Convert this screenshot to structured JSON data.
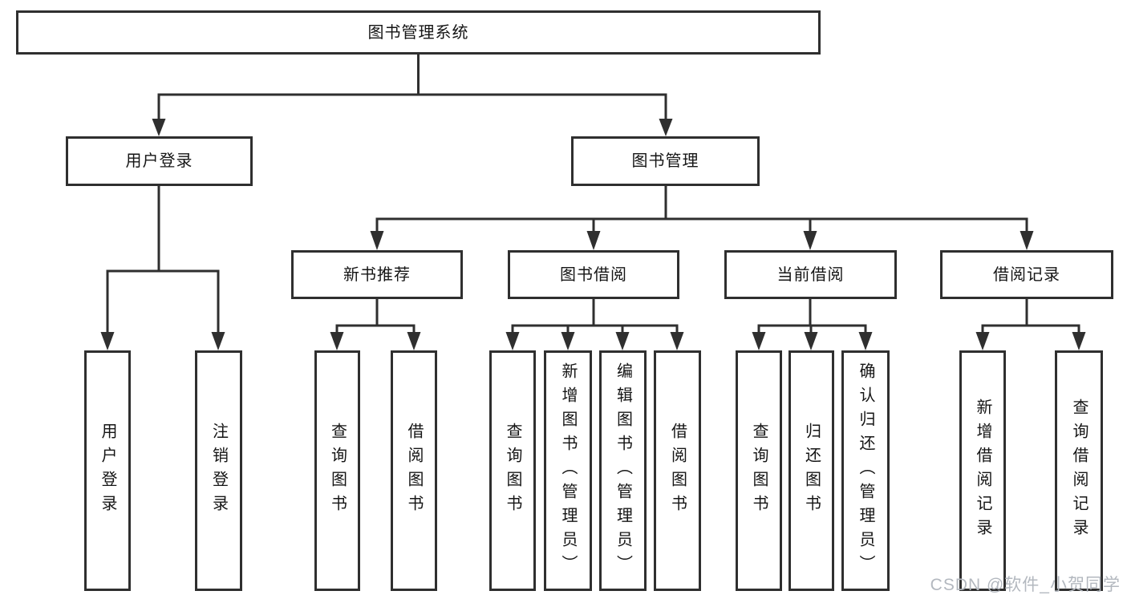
{
  "tree": {
    "label": "图书管理系统",
    "children": [
      {
        "label": "用户登录",
        "children": [
          {
            "label": "用户登录"
          },
          {
            "label": "注销登录"
          }
        ]
      },
      {
        "label": "图书管理",
        "children": [
          {
            "label": "新书推荐",
            "children": [
              {
                "label": "查询图书"
              },
              {
                "label": "借阅图书"
              }
            ]
          },
          {
            "label": "图书借阅",
            "children": [
              {
                "label": "查询图书"
              },
              {
                "label": "新增图书（管理员）"
              },
              {
                "label": "编辑图书（管理员）"
              },
              {
                "label": "借阅图书"
              }
            ]
          },
          {
            "label": "当前借阅",
            "children": [
              {
                "label": "查询图书"
              },
              {
                "label": "归还图书"
              },
              {
                "label": "确认归还（管理员）"
              }
            ]
          },
          {
            "label": "借阅记录",
            "children": [
              {
                "label": "新增借阅记录"
              },
              {
                "label": "查询借阅记录"
              }
            ]
          }
        ]
      }
    ]
  },
  "watermark": {
    "text": "CSDN @软件_小贺同学"
  },
  "colors": {
    "line": "#2f2f2f",
    "box_background": "#ffffff",
    "text": "#151515",
    "watermark": "#b3b8bf"
  }
}
